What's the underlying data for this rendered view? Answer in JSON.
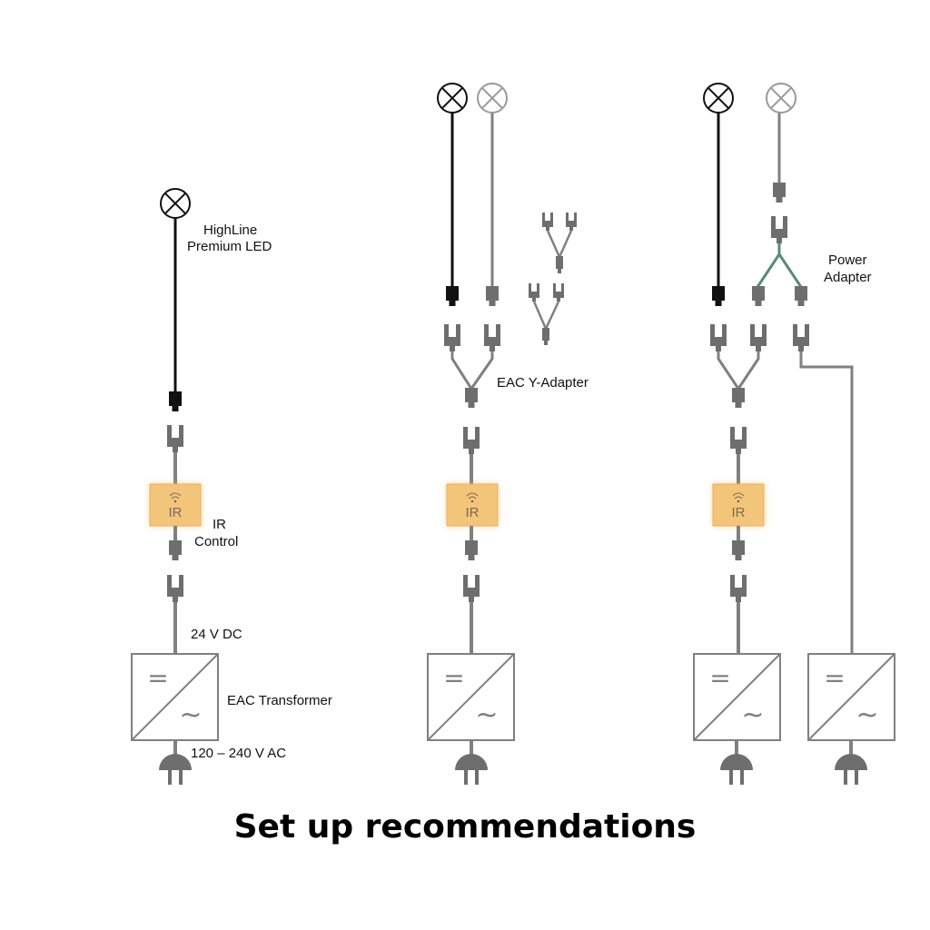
{
  "title": "Set up recommendations",
  "labels": {
    "led": [
      "HighLine",
      "Premium LED"
    ],
    "ir_control": [
      "IR",
      "Control"
    ],
    "voltage_dc": "24 V DC",
    "transformer": "EAC Transformer",
    "voltage_ac": "120 – 240 V AC",
    "y_adapter": "EAC Y-Adapter",
    "power_adapter": [
      "Power",
      "Adapter"
    ]
  },
  "ir_module_text": "IR",
  "power_supply_symbols": {
    "dc": "=",
    "ac": "~"
  },
  "colors": {
    "wire_led": "#111111",
    "wire": "#808080",
    "connector": "#707070",
    "ir_box": "#f3c57b",
    "ir_glow": "#f0b040",
    "text": "#111111"
  }
}
